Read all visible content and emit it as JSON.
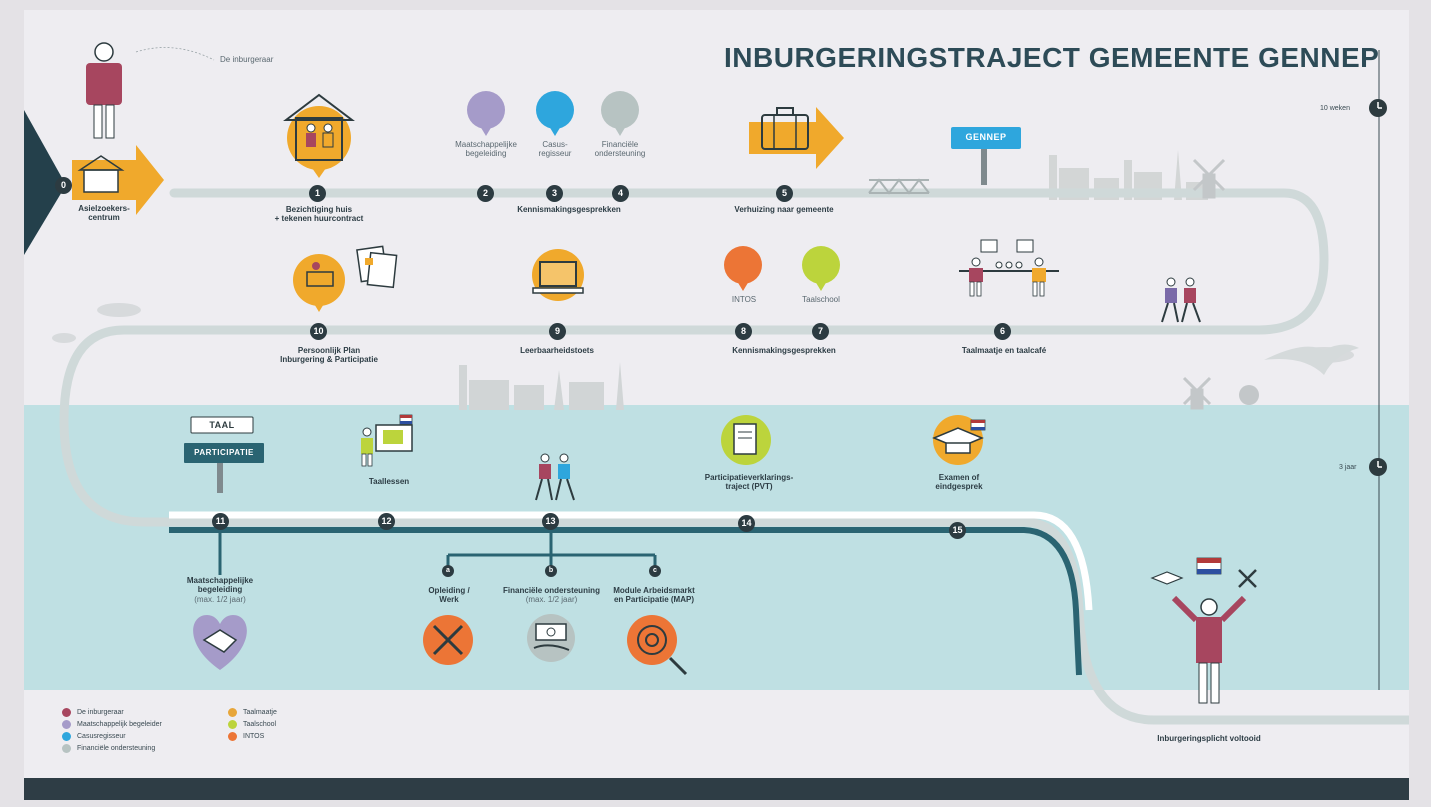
{
  "title": "INBURGERINGSTRAJECT GEMEENTE GENNEP",
  "persona_label": "De inburgeraar",
  "start_label": "Asielzoekers-centrum",
  "start_number": "0",
  "timeline": [
    {
      "label": "10 weken"
    },
    {
      "label": "3 jaar"
    }
  ],
  "steps": [
    {
      "number": "1",
      "label": "Bezichtiging huis\n+ tekenen huurcontract"
    },
    {
      "number": "2",
      "label": "Maatschappelijke\nbegeleiding"
    },
    {
      "number": "3",
      "label": "Casus-\nregisseur"
    },
    {
      "number": "4",
      "label": "Financiële\nondersteuning"
    },
    {
      "number": "5",
      "label": "Verhuizing naar gemeente"
    },
    {
      "number": "6",
      "label": "Taalmaatje en taalcafé"
    },
    {
      "number": "7",
      "label": "Taalschool"
    },
    {
      "number": "8",
      "label": "INTOS"
    },
    {
      "number": "9",
      "label": "Leerbaarheidstoets"
    },
    {
      "number": "10",
      "label": "Persoonlijk Plan\nInburgering & Participatie"
    },
    {
      "number": "11",
      "label": "Maatschappelijke\nbegeleiding",
      "sublabel": "(max. 1/2 jaar)"
    },
    {
      "number": "12",
      "label": "Taallessen"
    },
    {
      "number": "13",
      "label": ""
    },
    {
      "number": "14",
      "label": "Participatieverklarings-\ntraject (PVT)"
    },
    {
      "number": "15",
      "label": "Examen of\neindgesprek"
    }
  ],
  "group_labels": {
    "kennismaking_top": "Kennismakingsgesprekken",
    "kennismaking_mid": "Kennismakingsgesprekken"
  },
  "options": [
    {
      "letter": "a",
      "label": "Opleiding /\nWerk",
      "sublabel": ""
    },
    {
      "letter": "b",
      "label": "Financiële ondersteuning",
      "sublabel": "(max. 1/2 jaar)"
    },
    {
      "letter": "c",
      "label": "Module Arbeidsmarkt\nen Participatie (MAP)",
      "sublabel": ""
    }
  ],
  "signs": {
    "gennep": "GENNEP",
    "taal": "TAAL",
    "participatie": "PARTICIPATIE"
  },
  "end_label": "Inburgeringsplicht voltooid",
  "legend": [
    {
      "label": "De inburgeraar",
      "color": "#a7465f"
    },
    {
      "label": "Maatschappelijk begeleider",
      "color": "#a59bc9"
    },
    {
      "label": "Casusregisseur",
      "color": "#2ea6dd"
    },
    {
      "label": "Financiële ondersteuning",
      "color": "#b7c3c2"
    },
    {
      "label": "Taalmaatje",
      "color": "#e7a63a"
    },
    {
      "label": "Taalschool",
      "color": "#bcd43c"
    },
    {
      "label": "INTOS",
      "color": "#ec7536"
    }
  ],
  "colors": {
    "orange": "#f0a92c",
    "road": "#c8d2d2",
    "road_dark": "#2a6472",
    "lake": "#bfe0e3",
    "purple": "#a59bc9",
    "blue": "#2ea6dd",
    "grey": "#b7c3c2",
    "intos": "#ec7536",
    "green": "#bcd43c",
    "person": "#a7465f"
  }
}
